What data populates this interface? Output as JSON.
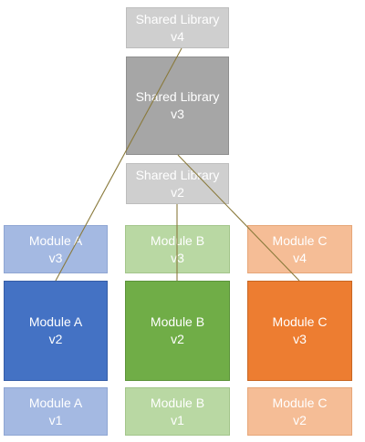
{
  "shared_library": {
    "v4": {
      "name": "Shared Library",
      "version": "v4"
    },
    "v3": {
      "name": "Shared Library",
      "version": "v3"
    },
    "v2": {
      "name": "Shared Library",
      "version": "v2"
    }
  },
  "module_a": {
    "v3": {
      "name": "Module A",
      "version": "v3"
    },
    "v2": {
      "name": "Module A",
      "version": "v2"
    },
    "v1": {
      "name": "Module A",
      "version": "v1"
    }
  },
  "module_b": {
    "v3": {
      "name": "Module B",
      "version": "v3"
    },
    "v2": {
      "name": "Module B",
      "version": "v2"
    },
    "v1": {
      "name": "Module B",
      "version": "v1"
    }
  },
  "module_c": {
    "v4": {
      "name": "Module C",
      "version": "v4"
    },
    "v3": {
      "name": "Module C",
      "version": "v3"
    },
    "v2": {
      "name": "Module C",
      "version": "v2"
    }
  },
  "colors": {
    "module_a": "#4472c4",
    "module_b": "#70ad47",
    "module_c": "#ed7d31",
    "shared_library": "#a6a6a6",
    "connector": "#8a7a3c"
  },
  "dependencies": [
    {
      "from": "Module A v2",
      "to": "Shared Library v4"
    },
    {
      "from": "Module B v2",
      "to": "Shared Library v2"
    },
    {
      "from": "Module C v3",
      "to": "Shared Library v3"
    }
  ]
}
